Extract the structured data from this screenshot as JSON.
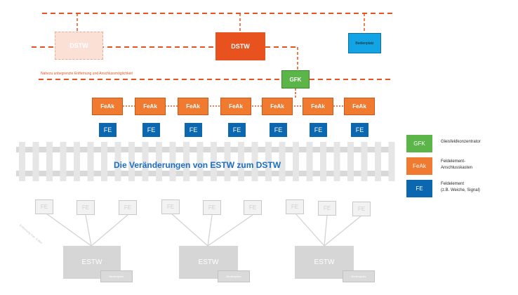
{
  "diagram": {
    "top_faded_dstw": "DSTW",
    "top_dstw": "DSTW",
    "top_bedienplatz": "Bedienplatz",
    "gfk": "GFK",
    "annotation": "Nahezu unbegrenzte Entfernung und Anschlussmöglichkeit",
    "feak_label": "FeAk",
    "fe_label": "FE",
    "feak_boxes": [
      "FeAk",
      "FeAk",
      "FeAk",
      "FeAk",
      "FeAk",
      "FeAk",
      "FeAk"
    ],
    "fe_boxes": [
      "FE",
      "FE",
      "FE",
      "FE",
      "FE",
      "FE",
      "FE"
    ],
    "center_title": "Die Veränderungen von ESTW zum DSTW",
    "gray_fe": [
      "FE",
      "FE",
      "FE",
      "FE",
      "FE",
      "FE",
      "FE",
      "FE",
      "FE"
    ],
    "estw_boxes": [
      "ESTW",
      "ESTW",
      "ESTW"
    ],
    "estw_bedienplatz": [
      "Bedienplatz",
      "Bedienplatz",
      "Bedienplatz"
    ],
    "distance_label": "Entfernung max. 6,5km"
  },
  "legend": {
    "items": [
      {
        "abbr": "GFK",
        "desc_line1": "Gleisfeldkonzentrator",
        "desc_line2": "",
        "color": "#5cb548"
      },
      {
        "abbr": "FeAk",
        "desc_line1": "Feldelement-",
        "desc_line2": "Anschlusskasten",
        "color": "#f07a30"
      },
      {
        "abbr": "FE",
        "desc_line1": "Feldelement",
        "desc_line2": "(z.B. Weiche, Signal)",
        "color": "#0a67b0"
      }
    ]
  },
  "colors": {
    "orange": "#e8521f",
    "feak_orange": "#f07a30",
    "green": "#5cb548",
    "blue": "#0a67b0",
    "sky": "#12a4e4",
    "title_blue": "#1b6fc2",
    "gray": "#d6d6d6"
  }
}
